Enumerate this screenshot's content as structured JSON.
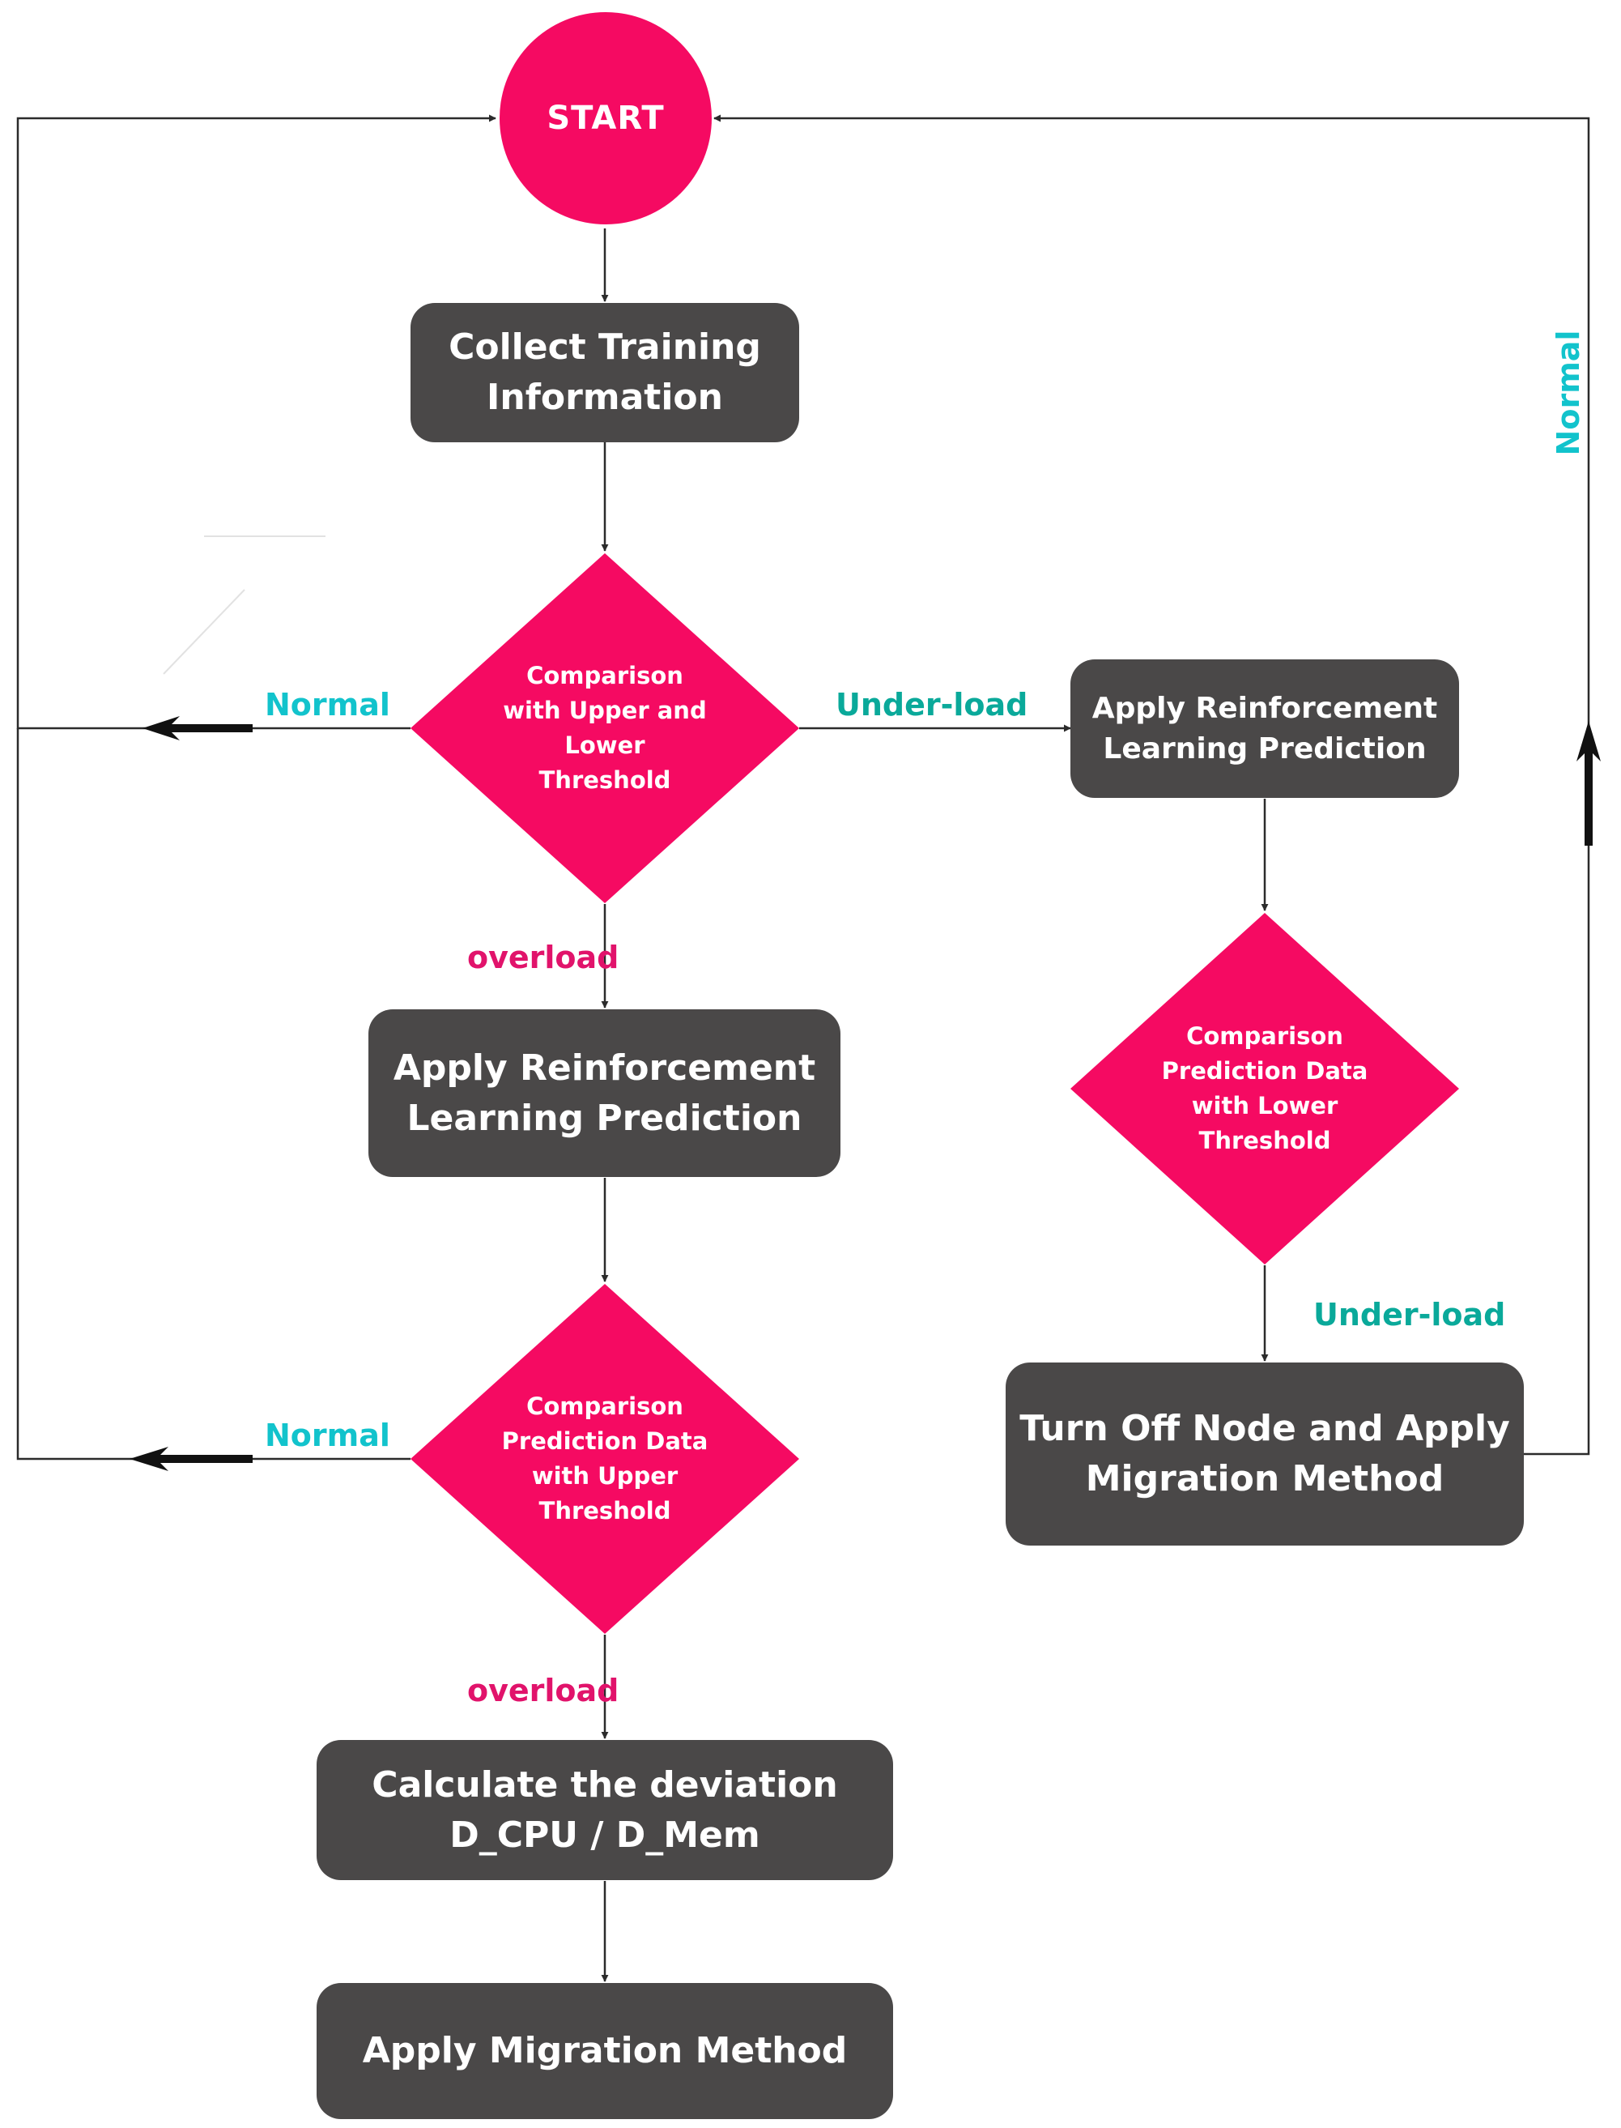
{
  "colors": {
    "process_box": "#4a4848",
    "decision": "#f50a62",
    "label_normal": "#12c3cc",
    "label_underload": "#0aa99a",
    "label_overload": "#e1136b",
    "connector": "#2b2b2b"
  },
  "nodes": {
    "start": "START",
    "collect": "Collect Training\nInformation",
    "decision_threshold": "Comparison\nwith Upper and\nLower\nThreshold",
    "rl_left": "Apply Reinforcement\nLearning Prediction",
    "decision_upper": "Comparison\nPrediction Data\nwith Upper\nThreshold",
    "deviation": "Calculate the deviation\nD_CPU / D_Mem",
    "migration": "Apply Migration Method",
    "rl_right": "Apply Reinforcement\nLearning Prediction",
    "decision_lower": "Comparison\nPrediction Data\nwith Lower\nThreshold",
    "turn_off": "Turn Off Node and Apply\nMigration Method"
  },
  "edge_labels": {
    "normal_first": "Normal",
    "underload_first": "Under-load",
    "overload_first": "overload",
    "normal_second": "Normal",
    "overload_second": "overload",
    "underload_second": "Under-load",
    "normal_return": "Normal"
  }
}
